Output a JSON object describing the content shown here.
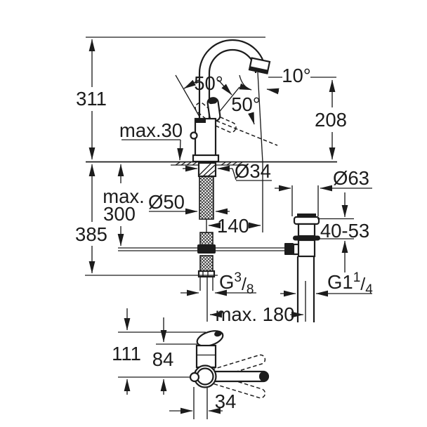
{
  "colors": {
    "background": "#ffffff",
    "line": "#1c1c1c"
  },
  "side_view": {
    "overall_height": "311",
    "below_deck_height": "385",
    "hose_length_max_line1": "max.",
    "hose_length_max_line2": "300",
    "deck_thickness_max": "max.30",
    "lever_swivel_angle": "50°",
    "lever_open_angle": "50°",
    "spout_outlet_angle": "10°",
    "outlet_height": "208",
    "shank_diameter": "Ø34",
    "hole_diameter": "Ø50",
    "spout_projection": "140",
    "waste_flange_diameter": "Ø63",
    "waste_deck_range": "40-53",
    "supply_thread": {
      "main": "G",
      "sup": "3",
      "slash": "/",
      "sub": "8"
    },
    "waste_thread": {
      "main": "G1",
      "sup": "1",
      "slash": "/",
      "sub": "4"
    },
    "waste_max_distance": "max. 180"
  },
  "plan_view": {
    "spout_reach": "111",
    "body_reach": "84",
    "lever_offset": "34"
  }
}
